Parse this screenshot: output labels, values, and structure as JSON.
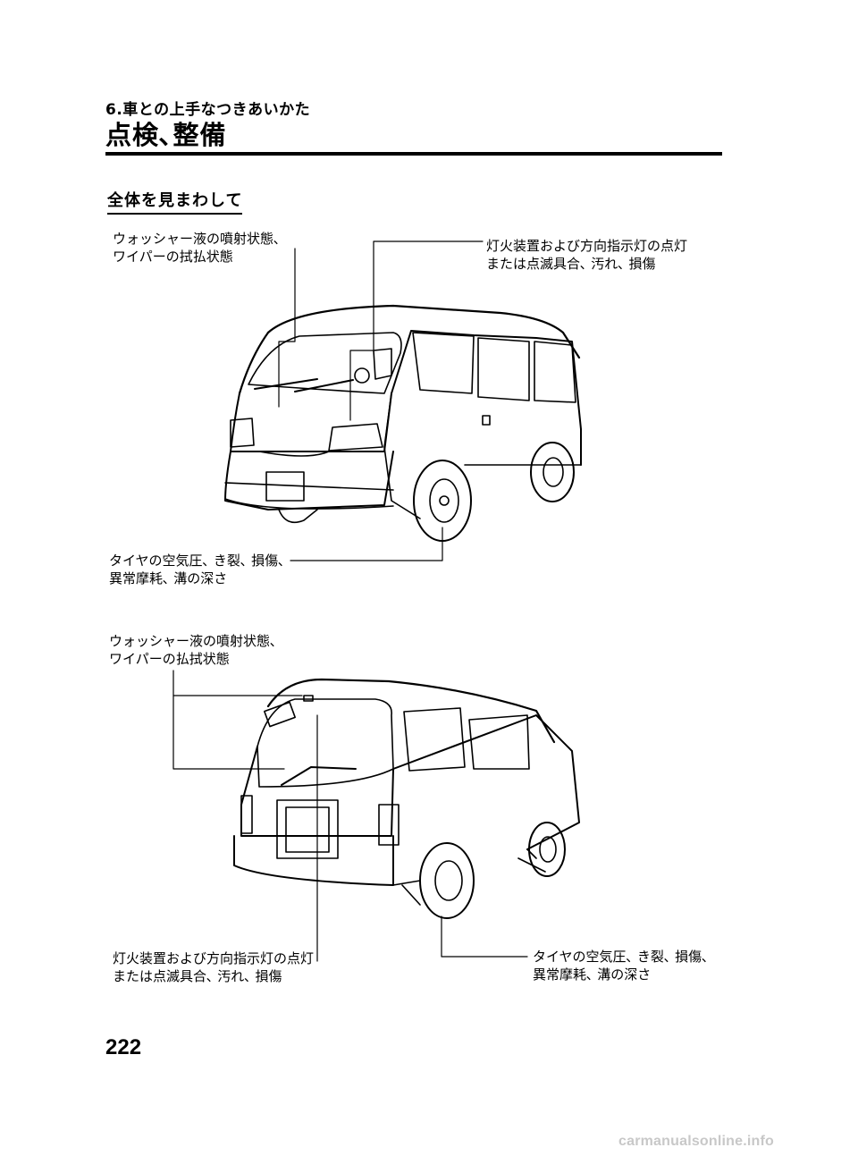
{
  "header": {
    "chapter": "6.車との上手なつきあいかた",
    "title": "点検､整備"
  },
  "section": {
    "title": "全体を見まわして"
  },
  "front_view": {
    "callout_washer": [
      "ウォッシャー液の噴射状態､",
      "ワイパーの拭払状態"
    ],
    "callout_lights": [
      "灯火装置および方向指示灯の点灯",
      "または点滅具合､ 汚れ､ 損傷"
    ],
    "callout_tires": [
      "タイヤの空気圧､ き裂､ 損傷､",
      "異常摩耗､ 溝の深さ"
    ]
  },
  "rear_view": {
    "callout_washer": [
      "ウォッシャー液の噴射状態､",
      "ワイパーの払拭状態"
    ],
    "callout_lights": [
      "灯火装置および方向指示灯の点灯",
      "または点滅具合､ 汚れ､ 損傷"
    ],
    "callout_tires": [
      "タイヤの空気圧､ き裂､ 損傷､",
      "異常摩耗､ 溝の深さ"
    ]
  },
  "page_number": "222",
  "footer": "carmanualsonline.info"
}
